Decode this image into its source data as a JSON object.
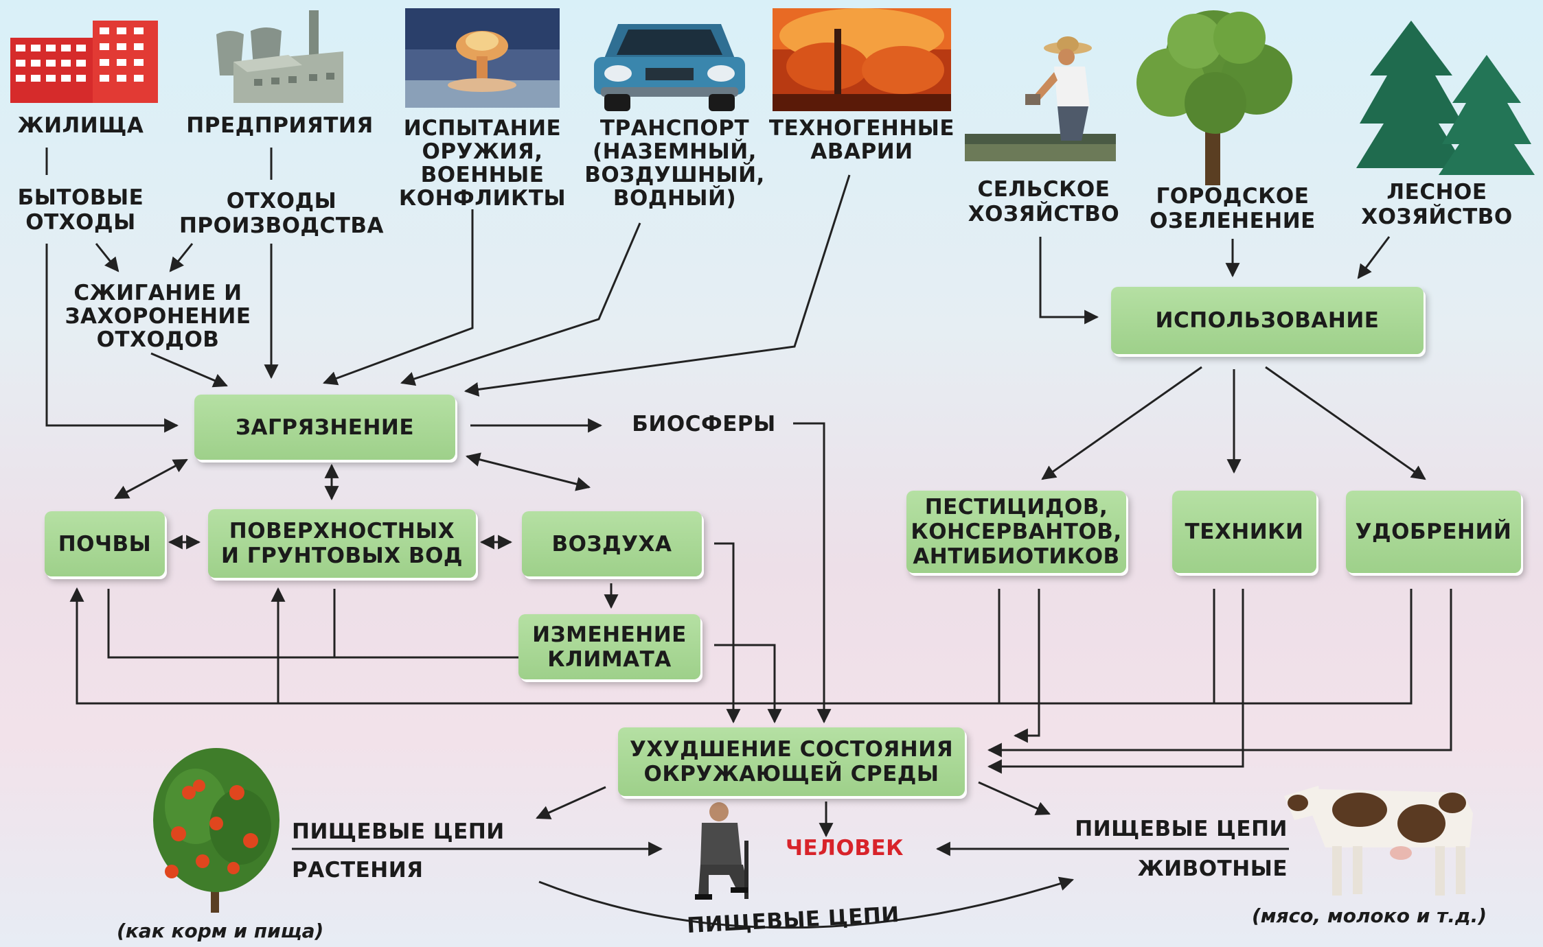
{
  "sources": {
    "dwellings": "ЖИЛИЩА",
    "enterprises": "ПРЕДПРИЯТИЯ",
    "weapons": [
      "ИСПЫТАНИЕ",
      "ОРУЖИЯ,",
      "ВОЕННЫЕ",
      "КОНФЛИКТЫ"
    ],
    "transport": [
      "ТРАНСПОРТ",
      "(НАЗЕМНЫЙ,",
      "ВОЗДУШНЫЙ,",
      "ВОДНЫЙ)"
    ],
    "accidents": [
      "ТЕХНОГЕННЫЕ",
      "АВАРИИ"
    ],
    "agriculture": [
      "СЕЛЬСКОЕ",
      "ХОЗЯЙСТВО"
    ],
    "urban_greening": [
      "ГОРОДСКОЕ",
      "ОЗЕЛЕНЕНИЕ"
    ],
    "forestry": [
      "ЛЕСНОЕ",
      "ХОЗЯЙСТВО"
    ]
  },
  "waste": {
    "household": [
      "БЫТОВЫЕ",
      "ОТХОДЫ"
    ],
    "industrial": [
      "ОТХОДЫ",
      "ПРОИЗВОДСТВА"
    ],
    "burning": [
      "СЖИГАНИЕ И",
      "ЗАХОРОНЕНИЕ",
      "ОТХОДОВ"
    ]
  },
  "nodes": {
    "pollution": "ЗАГРЯЗНЕНИЕ",
    "biosphere": "БИОСФЕРЫ",
    "soil": "ПОЧВЫ",
    "water": [
      "ПОВЕРХНОСТНЫХ",
      "И ГРУНТОВЫХ ВОД"
    ],
    "air": "ВОЗДУХА",
    "climate": [
      "ИЗМЕНЕНИЕ",
      "КЛИМАТА"
    ],
    "usage": "ИСПОЛЬЗОВАНИЕ",
    "pesticides": [
      "ПЕСТИЦИДОВ,",
      "КОНСЕРВАНТОВ,",
      "АНТИБИОТИКОВ"
    ],
    "machinery": "ТЕХНИКИ",
    "fertilizers": "УДОБРЕНИЙ",
    "degradation": [
      "УХУДШЕНИЕ СОСТОЯНИЯ",
      "ОКРУЖАЮЩЕЙ СРЕДЫ"
    ]
  },
  "bottom": {
    "food_chains_left": "ПИЩЕВЫЕ ЦЕПИ",
    "plants": "РАСТЕНИЯ",
    "human": "ЧЕЛОВЕК",
    "food_chains_right": "ПИЩЕВЫЕ ЦЕПИ",
    "animals": "ЖИВОТНЫЕ",
    "food_chains_bottom": "ПИЩЕВЫЕ ЦЕПИ",
    "plants_note": "(как корм и пища)",
    "animals_note": "(мясо, молоко и т.д.)"
  },
  "colors": {
    "box_green": "#a8d895",
    "human_label": "#d8232a",
    "arrow": "#222222"
  },
  "icons": [
    "apartment-building-icon",
    "factory-icon",
    "nuclear-explosion-icon",
    "car-icon",
    "fire-icon",
    "farmer-icon",
    "deciduous-tree-icon",
    "fir-trees-icon",
    "rowan-bush-icon",
    "person-icon",
    "cow-icon"
  ]
}
